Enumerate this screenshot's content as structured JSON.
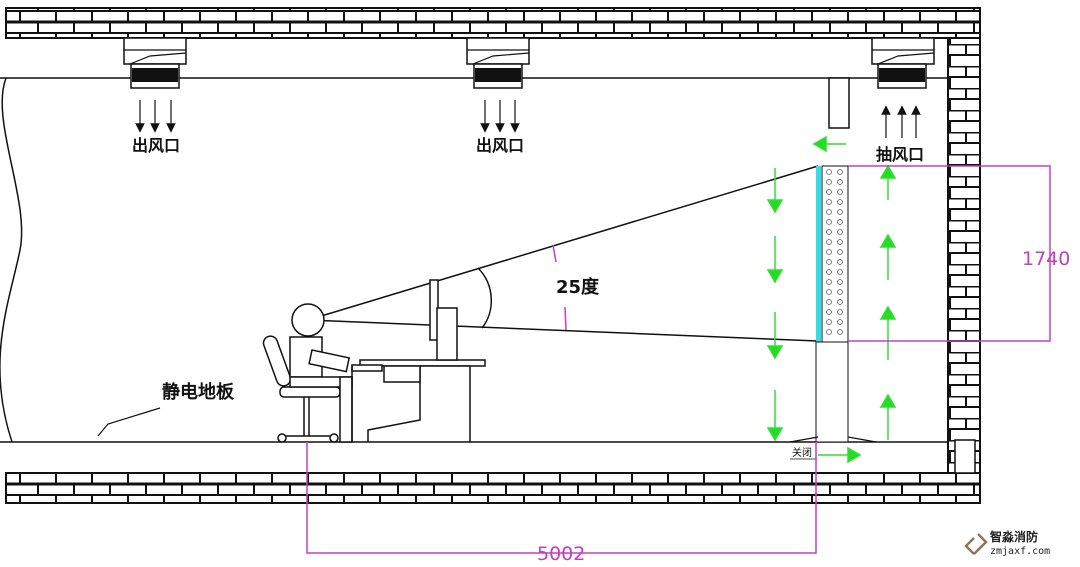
{
  "diagram": {
    "labels": {
      "outlet_1": "出风口",
      "outlet_2": "出风口",
      "exhaust": "抽风口",
      "angle": "25度",
      "floor": "静电地板",
      "closed": "关闭"
    },
    "dimensions": {
      "height": "1740",
      "distance": "5002"
    },
    "colors": {
      "airflow_arrow": "#22dd22",
      "dimension_line": "#c040c0",
      "panel_highlight": "#33dde8",
      "lines": "#111111"
    }
  },
  "watermark": {
    "brand": "智淼消防",
    "url": "zmjaxf.com"
  }
}
